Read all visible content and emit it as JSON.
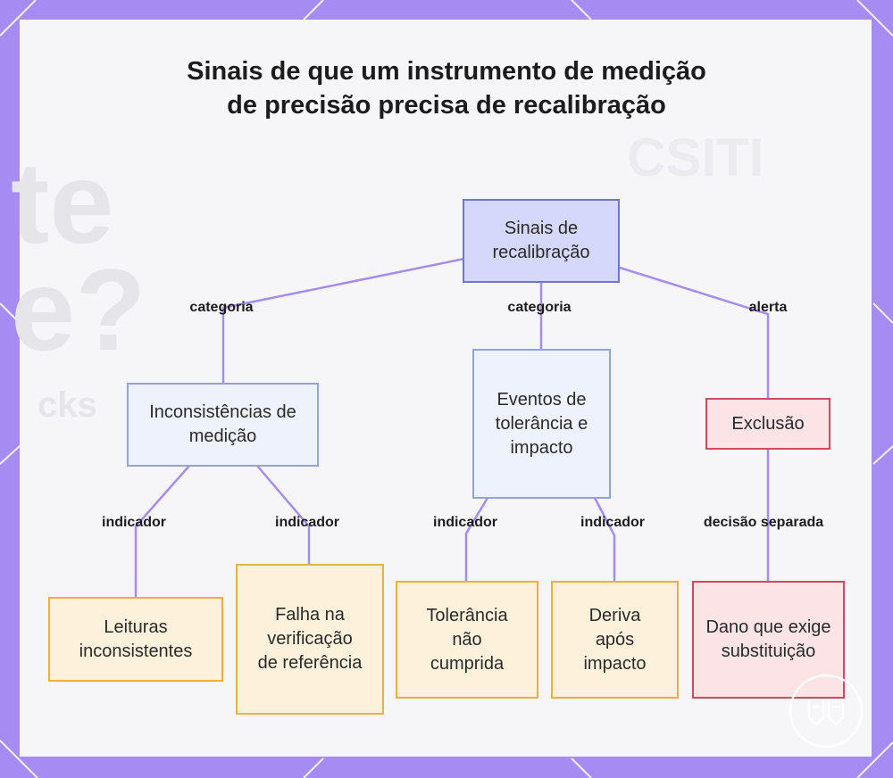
{
  "title": "Sinais de que um instrumento de medição de precisão precisa de recalibração",
  "nodes": {
    "root": "Sinais de recalibração",
    "inconsistencias": "Inconsistências de medição",
    "eventos": "Eventos de tolerância e impacto",
    "exclusao": "Exclusão",
    "leituras": "Leituras inconsistentes",
    "falha": "Falha na verificação de referência",
    "tolerancia": "Tolerância não cumprida",
    "deriva": "Deriva após impacto",
    "dano": "Dano que exige substituição"
  },
  "edge_labels": {
    "categoria_1": "categoria",
    "categoria_2": "categoria",
    "alerta": "alerta",
    "indicador_1": "indicador",
    "indicador_2": "indicador",
    "indicador_3": "indicador",
    "indicador_4": "indicador",
    "decisao": "decisão separada"
  },
  "colors": {
    "frame": "#a58cf2",
    "edge": "#a58cf2",
    "root_fill": "#d6d8fb",
    "category_fill": "#eef2fc",
    "leaf_fill": "#fdf1dc",
    "leaf_border": "#e8b23c",
    "alert_fill": "#fbe3e6",
    "alert_border": "#cc4b5e"
  }
}
